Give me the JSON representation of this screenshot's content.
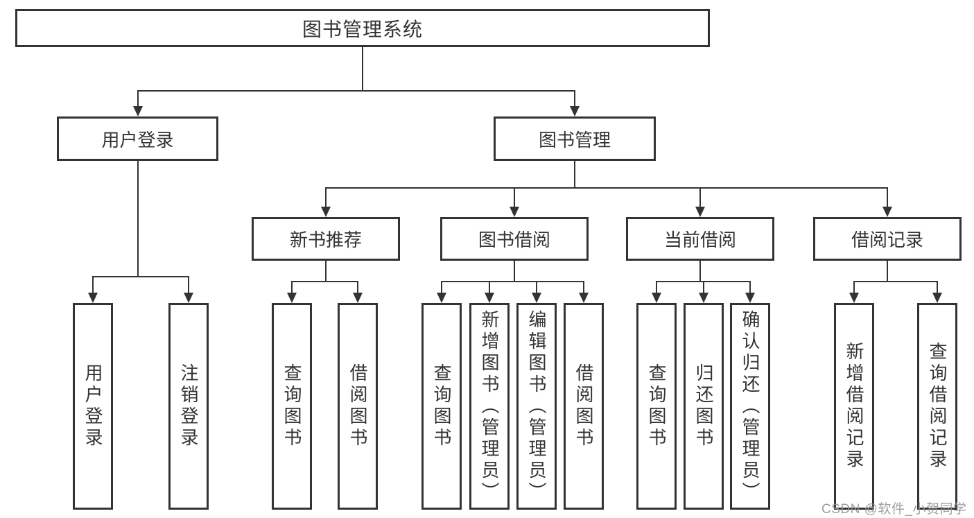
{
  "title": "图书管理系统",
  "branches": [
    {
      "label": "用户登录",
      "children": [
        {
          "label": "用户登录"
        },
        {
          "label": "注销登录"
        }
      ]
    },
    {
      "label": "图书管理",
      "children": [
        {
          "label": "新书推荐",
          "children": [
            {
              "label": "查询图书"
            },
            {
              "label": "借阅图书"
            }
          ]
        },
        {
          "label": "图书借阅",
          "children": [
            {
              "label": "查询图书"
            },
            {
              "label": "新增图书（管理员）"
            },
            {
              "label": "编辑图书（管理员）"
            },
            {
              "label": "借阅图书"
            }
          ]
        },
        {
          "label": "当前借阅",
          "children": [
            {
              "label": "查询图书"
            },
            {
              "label": "归还图书"
            },
            {
              "label": "确认归还（管理员）"
            }
          ]
        },
        {
          "label": "借阅记录",
          "children": [
            {
              "label": "新增借阅记录"
            },
            {
              "label": "查询借阅记录"
            }
          ]
        }
      ]
    }
  ],
  "watermark": "CSDN @软件_小贺同学",
  "colors": {
    "line": "#333333",
    "text": "#333333",
    "box_background": "#ffffff",
    "watermark": "#969696",
    "background": "#ffffff"
  }
}
